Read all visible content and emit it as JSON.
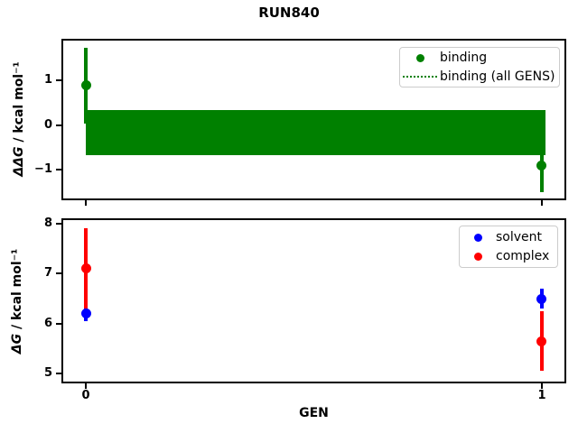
{
  "figure": {
    "title": "RUN840",
    "background": "#ffffff"
  },
  "chart_data": [
    {
      "type": "scatter",
      "id": "binding-ddg-subplot",
      "title": "RUN840",
      "xlabel": "",
      "ylabel": "ΔΔG / kcal mol⁻¹",
      "ylabel_math": "ΔΔG",
      "ylabel_units": " / kcal mol⁻¹",
      "xlim": [
        -0.05,
        1.05
      ],
      "ylim": [
        -1.65,
        1.9
      ],
      "x_ticks": [
        0,
        1
      ],
      "x_tick_labels": [],
      "y_ticks": [
        -1,
        0,
        1
      ],
      "y_tick_labels": [
        "−1",
        "0",
        "1"
      ],
      "grid": false,
      "legend_position": "upper right",
      "series": [
        {
          "name": "binding",
          "type": "errorbar-scatter",
          "color": "#008000",
          "x": [
            0,
            1
          ],
          "y": [
            0.89,
            -0.9
          ],
          "yerr": [
            0.85,
            0.6
          ]
        },
        {
          "name": "binding (all GENS)",
          "type": "band",
          "color": "#008000",
          "linestyle": "dotted",
          "x_range": [
            0,
            1
          ],
          "y_low": -0.67,
          "y_high": 0.34
        }
      ]
    },
    {
      "type": "scatter",
      "id": "dg-subplot",
      "xlabel": "GEN",
      "ylabel": "ΔG / kcal mol⁻¹",
      "ylabel_math": "ΔG",
      "ylabel_units": " / kcal mol⁻¹",
      "xlim": [
        -0.05,
        1.05
      ],
      "ylim": [
        4.84,
        8.07
      ],
      "x_ticks": [
        0,
        1
      ],
      "x_tick_labels": [
        "0",
        "1"
      ],
      "y_ticks": [
        5,
        6,
        7,
        8
      ],
      "y_tick_labels": [
        "5",
        "6",
        "7",
        "8"
      ],
      "grid": false,
      "legend_position": "upper right",
      "series": [
        {
          "name": "solvent",
          "type": "errorbar-scatter",
          "color": "#0000ff",
          "x": [
            0,
            1
          ],
          "y": [
            6.2,
            6.5
          ],
          "yerr": [
            0.15,
            0.2
          ]
        },
        {
          "name": "complex",
          "type": "errorbar-scatter",
          "color": "#ff0000",
          "x": [
            0,
            1
          ],
          "y": [
            7.1,
            5.65
          ],
          "yerr": [
            0.8,
            0.6
          ]
        }
      ]
    }
  ]
}
